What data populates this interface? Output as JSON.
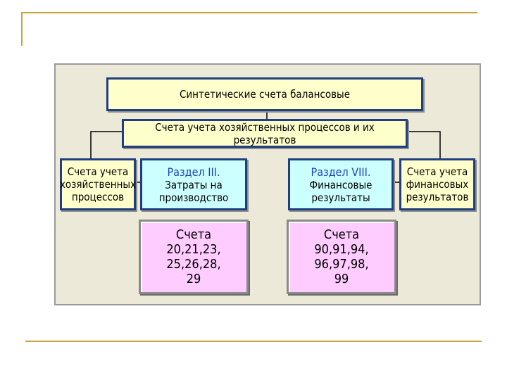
{
  "diagram": {
    "root": "Синтетические счета балансовые",
    "level2": "Счета учета хозяйственных процессов и их результатов",
    "left_outer": "Счета учета\nхозяйственных\nпроцессов",
    "section3": {
      "title": "Раздел III.",
      "subtitle": "Затраты на\nпроизводство"
    },
    "section8": {
      "title": "Раздел VIII.",
      "subtitle": "Финансовые\nрезультаты"
    },
    "right_outer": "Счета учета\nфинансовых\nрезультатов",
    "accounts_left": "Счета\n20,21,23,\n25,26,28,\n29",
    "accounts_right": "Счета\n90,91,94,\n96,97,98,\n99"
  },
  "colors": {
    "panel_bg": "#ece9d8",
    "header_fill": "#ffffcc",
    "section_fill": "#ccffff",
    "accounts_fill": "#ffccff",
    "border_navy": "#1f3f7f",
    "section_title": "#1f3fbf",
    "slide_accent": "#c8a23a"
  }
}
